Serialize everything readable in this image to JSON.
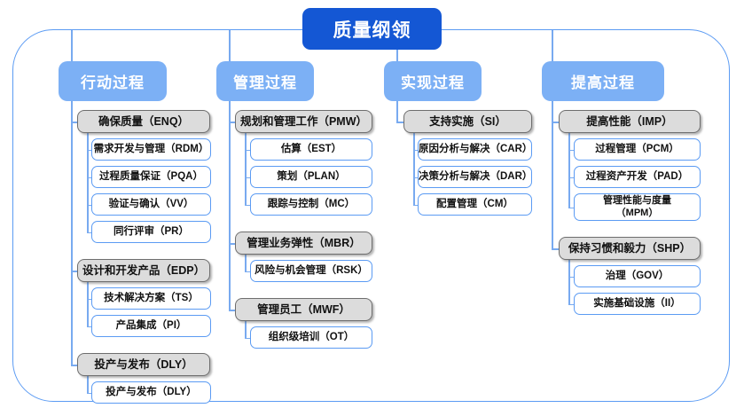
{
  "diagram": {
    "title": "质量纲领",
    "colors": {
      "root_fill": "#1457d4",
      "column_head_fill": "#7cb0f5",
      "group_fill": "#dcdcdc",
      "group_border": "#6e6e6e",
      "leaf_border": "#5b9bf3",
      "connector": "#78aaf0",
      "frame_border": "#5b9bf3"
    },
    "columns": [
      {
        "label": "行动过程",
        "groups": [
          {
            "label": "确保质量（ENQ）",
            "items": [
              "需求开发与管理（RDM）",
              "过程质量保证（PQA）",
              "验证与确认（VV）",
              "同行评审（PR）"
            ]
          },
          {
            "label": "设计和开发产品（EDP）",
            "items": [
              "技术解决方案（TS）",
              "产品集成（PI）"
            ]
          },
          {
            "label": "投产与发布（DLY）",
            "items": [
              "投产与发布（DLY）"
            ]
          }
        ]
      },
      {
        "label": "管理过程",
        "groups": [
          {
            "label": "规划和管理工作（PMW）",
            "items": [
              "估算（EST）",
              "策划（PLAN）",
              "跟踪与控制（MC）"
            ]
          },
          {
            "label": "管理业务弹性（MBR）",
            "items": [
              "风险与机会管理（RSK）"
            ]
          },
          {
            "label": "管理员工（MWF）",
            "items": [
              "组织级培训（OT）"
            ]
          }
        ]
      },
      {
        "label": "实现过程",
        "groups": [
          {
            "label": "支持实施（SI）",
            "items": [
              "原因分析与解决（CAR）",
              "决策分析与解决（DAR）",
              "配置管理（CM）"
            ]
          }
        ]
      },
      {
        "label": "提高过程",
        "groups": [
          {
            "label": "提高性能（IMP）",
            "items": [
              "过程管理（PCM）",
              "过程资产开发（PAD）",
              "管理性能与度量\n（MPM）"
            ]
          },
          {
            "label": "保持习惯和毅力（SHP）",
            "items": [
              "治理（GOV）",
              "实施基础设施（II）"
            ]
          }
        ]
      }
    ]
  }
}
